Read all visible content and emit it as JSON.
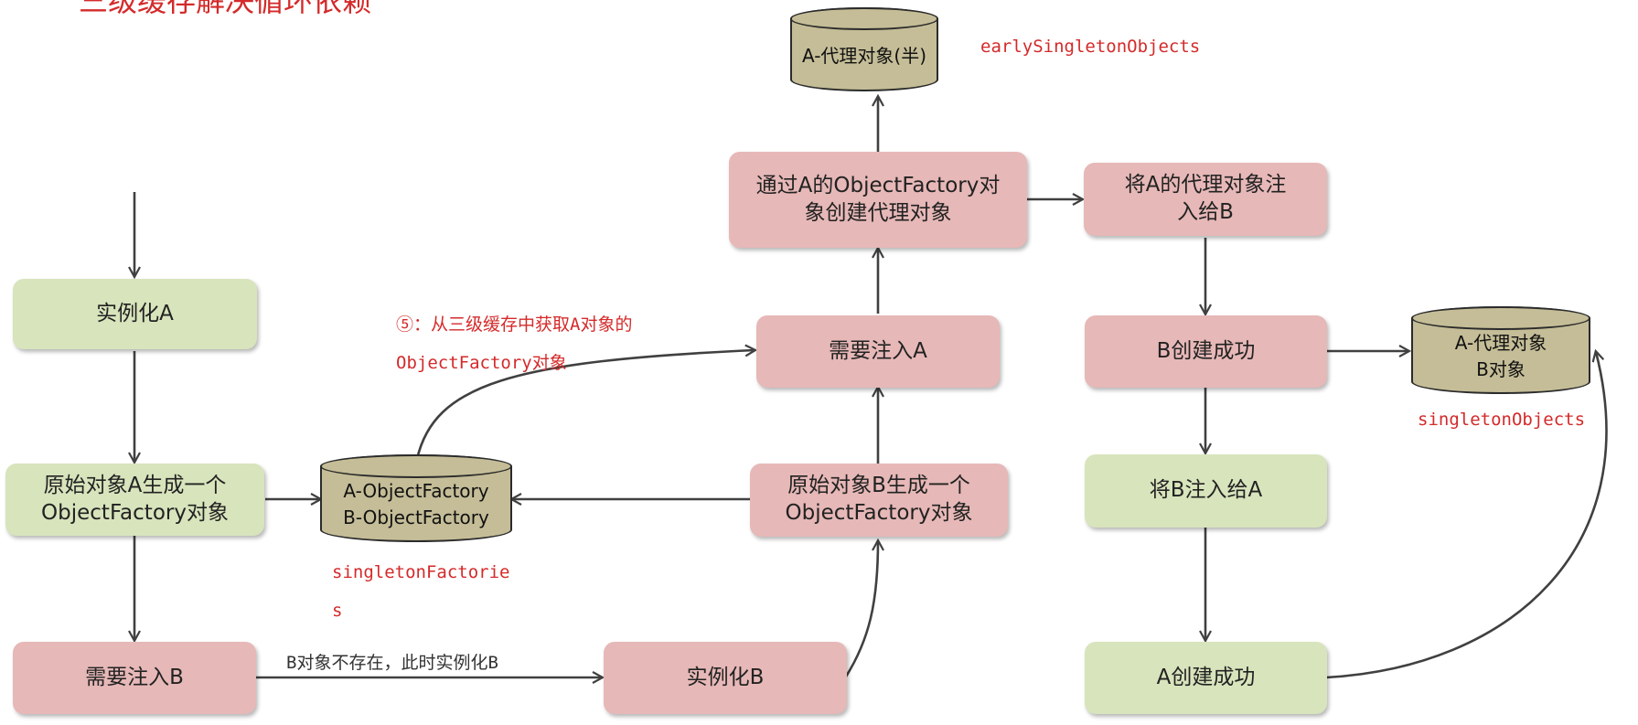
{
  "title": "三级缓存解决循环依赖",
  "nodes": {
    "instantiate_a": "实例化A",
    "factory_a": "原始对象A生成一个\nObjectFactory对象",
    "inject_b": "需要注入B",
    "instantiate_b": "实例化B",
    "factory_b": "原始对象B生成一个\nObjectFactory对象",
    "inject_a": "需要注入A",
    "create_proxy": "通过A的ObjectFactory对\n象创建代理对象",
    "inject_proxy": "将A的代理对象注\n入给B",
    "b_created": "B创建成功",
    "inject_b_into_a": "将B注入给A",
    "a_created": "A创建成功"
  },
  "caches": {
    "early": {
      "text": "A-代理对象(半)",
      "label": "earlySingletonObjects"
    },
    "factories": {
      "text": "A-ObjectFactory\nB-ObjectFactory",
      "label_line1": "singletonFactorie",
      "label_line2": "s"
    },
    "singletons": {
      "text": "A-代理对象\nB对象",
      "label": "singletonObjects"
    }
  },
  "annotations": {
    "step5_line1": "⑤：从三级缓存中获取A对象的",
    "step5_line2": "ObjectFactory对象",
    "b_not_exist": "B对象不存在，此时实例化B"
  },
  "colors": {
    "green": "#d8e4bc",
    "pink": "#e6b8b7",
    "cylinder": "#c4bd97",
    "annotation_red": "#d42a2a",
    "arrow": "#404040"
  }
}
